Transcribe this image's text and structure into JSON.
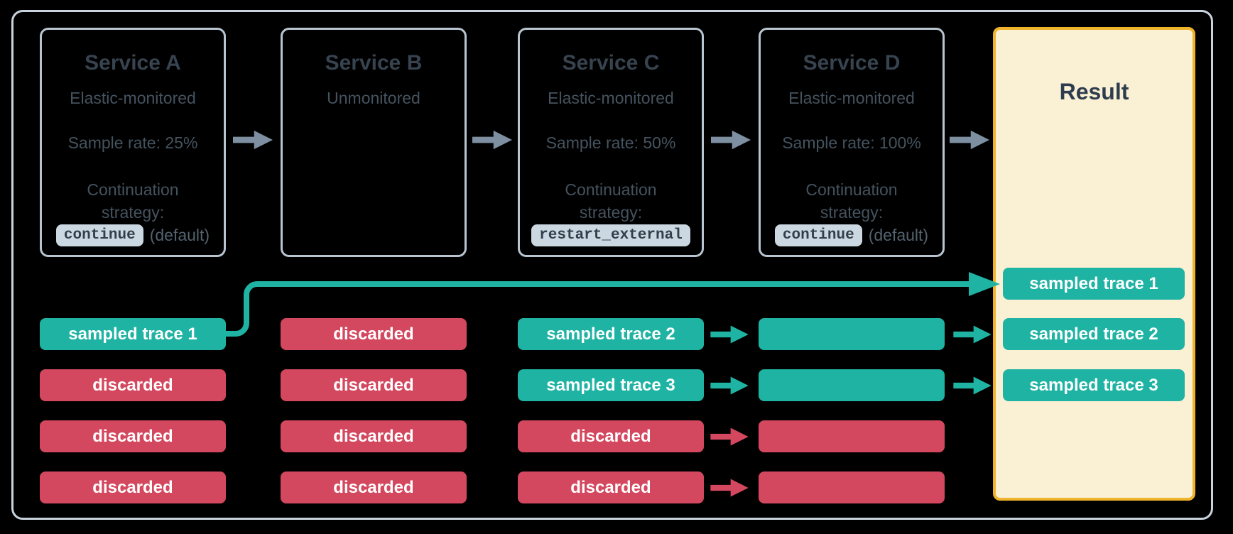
{
  "services": {
    "a": {
      "title": "Service A",
      "subtitle": "Elastic-monitored",
      "sample_rate": "Sample rate: 25%",
      "continuation_line1": "Continuation",
      "continuation_line2": "strategy:",
      "chip": "continue",
      "chip_suffix": "(default)"
    },
    "b": {
      "title": "Service B",
      "subtitle": "Unmonitored"
    },
    "c": {
      "title": "Service C",
      "subtitle": "Elastic-monitored",
      "sample_rate": "Sample rate: 50%",
      "continuation_line1": "Continuation",
      "continuation_line2": "strategy:",
      "chip": "restart_external",
      "chip_suffix": ""
    },
    "d": {
      "title": "Service D",
      "subtitle": "Elastic-monitored",
      "sample_rate": "Sample rate: 100%",
      "continuation_line1": "Continuation",
      "continuation_line2": "strategy:",
      "chip": "continue",
      "chip_suffix": "(default)"
    }
  },
  "result": {
    "title": "Result",
    "pills": [
      "sampled trace 1",
      "sampled trace 2",
      "sampled trace 3"
    ]
  },
  "traces": {
    "a": [
      {
        "label": "sampled trace 1",
        "type": "sampled"
      },
      {
        "label": "discarded",
        "type": "discarded"
      },
      {
        "label": "discarded",
        "type": "discarded"
      },
      {
        "label": "discarded",
        "type": "discarded"
      }
    ],
    "b": [
      {
        "label": "discarded",
        "type": "discarded"
      },
      {
        "label": "discarded",
        "type": "discarded"
      },
      {
        "label": "discarded",
        "type": "discarded"
      },
      {
        "label": "discarded",
        "type": "discarded"
      }
    ],
    "c": [
      {
        "label": "sampled trace 2",
        "type": "sampled"
      },
      {
        "label": "sampled trace 3",
        "type": "sampled"
      },
      {
        "label": "discarded",
        "type": "discarded"
      },
      {
        "label": "discarded",
        "type": "discarded"
      }
    ],
    "d": [
      {
        "label": "",
        "type": "sampled"
      },
      {
        "label": "",
        "type": "sampled"
      },
      {
        "label": "",
        "type": "discarded"
      },
      {
        "label": "",
        "type": "discarded"
      }
    ]
  },
  "colors": {
    "teal": "#1fb3a3",
    "red": "#d4485f",
    "result_border": "#f0b42c",
    "result_background": "#faf0d4",
    "box_border": "#b8c5d1",
    "frame_border": "#c9d3dd",
    "arrow_gray": "#7d8fa0",
    "chip_background": "#ccd8e1",
    "text_dark": "#37434f",
    "pill_text": "#ffffff"
  }
}
